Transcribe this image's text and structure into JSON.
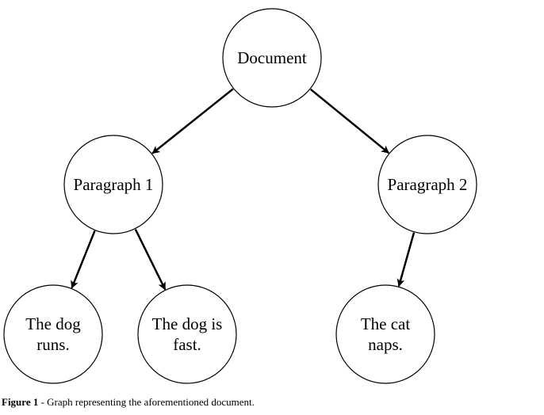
{
  "nodes": [
    {
      "id": "document",
      "lines": [
        "Document"
      ]
    },
    {
      "id": "paragraph-1",
      "lines": [
        "Paragraph 1"
      ]
    },
    {
      "id": "paragraph-2",
      "lines": [
        "Paragraph 2"
      ]
    },
    {
      "id": "sentence-1",
      "lines": [
        "The dog",
        "runs."
      ]
    },
    {
      "id": "sentence-2",
      "lines": [
        "The dog is",
        "fast."
      ]
    },
    {
      "id": "sentence-3",
      "lines": [
        "The cat",
        "naps."
      ]
    }
  ],
  "edges": [
    {
      "from": "document",
      "to": "paragraph-1"
    },
    {
      "from": "document",
      "to": "paragraph-2"
    },
    {
      "from": "paragraph-1",
      "to": "sentence-1"
    },
    {
      "from": "paragraph-1",
      "to": "sentence-2"
    },
    {
      "from": "paragraph-2",
      "to": "sentence-3"
    }
  ],
  "caption": {
    "label": "Figure 1",
    "text": " - Graph representing the aforementioned document."
  }
}
